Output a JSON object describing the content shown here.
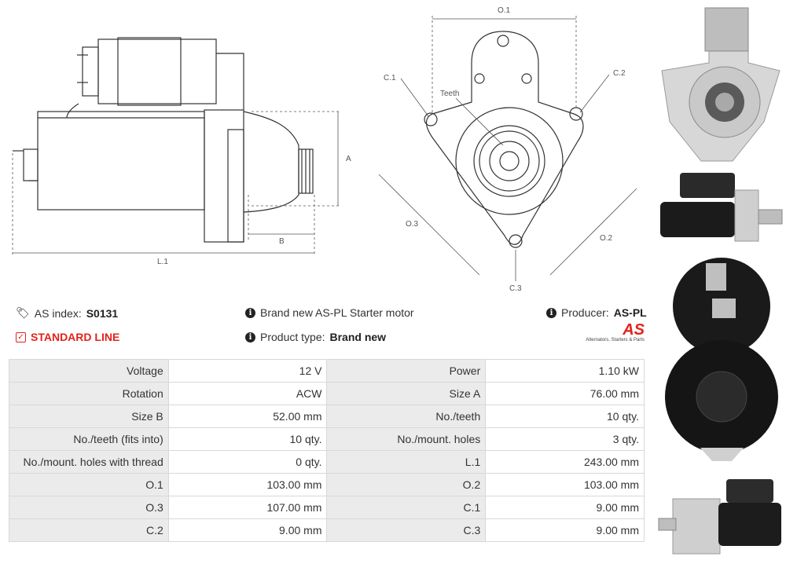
{
  "drawings": {
    "side": {
      "labels": {
        "a": "A",
        "b": "B",
        "l1": "L.1"
      }
    },
    "front": {
      "labels": {
        "o1": "O.1",
        "o2": "O.2",
        "o3": "O.3",
        "c1": "C.1",
        "c2": "C.2",
        "c3": "C.3",
        "teeth": "Teeth"
      }
    }
  },
  "info": {
    "as_index_label": "AS index:",
    "as_index_value": "S0131",
    "standard_line": "STANDARD LINE",
    "description": "Brand new AS-PL Starter motor",
    "product_type_label": "Product type:",
    "product_type_value": "Brand new",
    "producer_label": "Producer:",
    "producer_value": "AS-PL"
  },
  "logo": {
    "mark": "AS",
    "tagline": "Alternators, Starters & Parts"
  },
  "colors": {
    "accent_red": "#e2231a",
    "header_bg": "#ebebeb",
    "border": "#d8d8d8"
  },
  "specs": [
    {
      "k1": "Voltage",
      "v1": "12 V",
      "k2": "Power",
      "v2": "1.10 kW"
    },
    {
      "k1": "Rotation",
      "v1": "ACW",
      "k2": "Size A",
      "v2": "76.00 mm"
    },
    {
      "k1": "Size B",
      "v1": "52.00 mm",
      "k2": "No./teeth",
      "v2": "10 qty."
    },
    {
      "k1": "No./teeth (fits into)",
      "v1": "10 qty.",
      "k2": "No./mount. holes",
      "v2": "3 qty."
    },
    {
      "k1": "No./mount. holes with thread",
      "v1": "0 qty.",
      "k2": "L.1",
      "v2": "243.00 mm"
    },
    {
      "k1": "O.1",
      "v1": "103.00 mm",
      "k2": "O.2",
      "v2": "103.00 mm"
    },
    {
      "k1": "O.3",
      "v1": "107.00 mm",
      "k2": "C.1",
      "v2": "9.00 mm"
    },
    {
      "k1": "C.2",
      "v1": "9.00 mm",
      "k2": "C.3",
      "v2": "9.00 mm"
    }
  ]
}
